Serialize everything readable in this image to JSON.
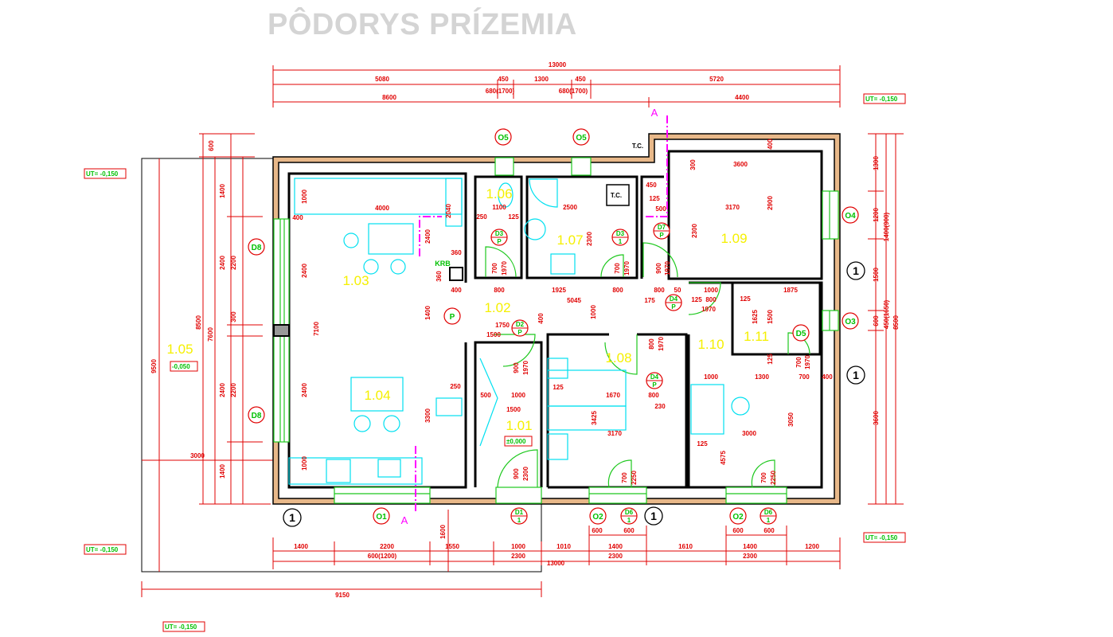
{
  "title": "PÔDORYS PRÍZEMIA",
  "rooms": [
    "1.01",
    "1.02",
    "1.03",
    "1.04",
    "1.05",
    "1.06",
    "1.07",
    "1.08",
    "1.09",
    "1.10",
    "1.11"
  ],
  "levels": {
    "ut": [
      "UT= -0,150",
      "UT= -0,150",
      "UT= -0,150",
      "UT= -0,150",
      "UT= -0,150"
    ],
    "terrace": "-0,050",
    "ground": "±0,000"
  },
  "labels": {
    "tc": [
      "T.C.",
      "T.C."
    ],
    "krb": "KRB",
    "section": "A"
  },
  "markers": [
    {
      "label": "O5"
    },
    {
      "label": "O5"
    },
    {
      "label": "O4"
    },
    {
      "label": "O3"
    },
    {
      "label": "D8"
    },
    {
      "label": "D8"
    },
    {
      "label": "O1"
    },
    {
      "label": "O2"
    },
    {
      "label": "D6",
      "sub": "1"
    },
    {
      "label": "O2"
    },
    {
      "label": "D6",
      "sub": "1"
    },
    {
      "label": "D1",
      "sub": "1"
    },
    {
      "label": "D3",
      "sub": "P"
    },
    {
      "label": "D3",
      "sub": "1"
    },
    {
      "label": "D7",
      "sub": "P"
    },
    {
      "label": "D2",
      "sub": "P"
    },
    {
      "label": "D4",
      "sub": "P"
    },
    {
      "label": "D4",
      "sub": "P"
    },
    {
      "label": "D5"
    },
    {
      "label": "P"
    }
  ],
  "section_marks": [
    "1",
    "1",
    "1",
    "1"
  ],
  "dims": [
    "13000",
    "5080",
    "450",
    "1300",
    "450",
    "5720",
    "680(1700)",
    "680(1700)",
    "8600",
    "4400",
    "1400",
    "2200",
    "1550",
    "1000",
    "1010",
    "1400",
    "1610",
    "1400",
    "1200",
    "600(1200)",
    "2300",
    "13000",
    "2300",
    "2300",
    "600",
    "600",
    "600",
    "600",
    "1600",
    "9150",
    "3000",
    "600",
    "1400",
    "2400",
    "2200",
    "300",
    "2400",
    "2200",
    "1400",
    "8500",
    "7600",
    "9500",
    "1300",
    "1200",
    "1500",
    "600",
    "3600",
    "1400(900)",
    "450(1650)",
    "8500",
    "4000",
    "1000",
    "400",
    "2400",
    "2400",
    "1000",
    "7100",
    "2040",
    "2400",
    "1400",
    "3300",
    "1100",
    "250",
    "125",
    "2500",
    "2300",
    "3170",
    "3600",
    "2900",
    "2300",
    "450",
    "125",
    "500",
    "300",
    "400",
    "400",
    "800",
    "1925",
    "800",
    "800",
    "50",
    "1000",
    "1875",
    "5045",
    "175",
    "125",
    "800",
    "1970",
    "1750",
    "1500",
    "400",
    "1000",
    "1670",
    "800",
    "125",
    "230",
    "3170",
    "3425",
    "500",
    "1000",
    "1500",
    "250",
    "1000",
    "1300",
    "700",
    "400",
    "3000",
    "125",
    "3050",
    "4575",
    "1625",
    "1500",
    "125",
    "125",
    "700",
    "1970",
    "700",
    "1970",
    "900",
    "1970",
    "900",
    "1970",
    "800",
    "1970",
    "900",
    "2300",
    "700",
    "2250",
    "700",
    "2250",
    "700",
    "1970",
    "360",
    "360"
  ]
}
